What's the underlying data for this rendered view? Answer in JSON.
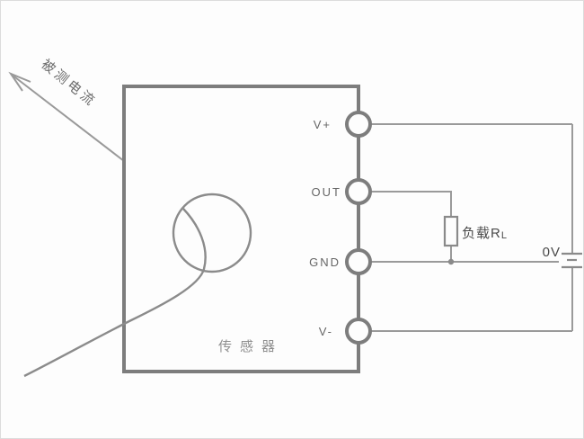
{
  "diagram": {
    "measured_current_label": "被测电流",
    "sensor_label": "传感器",
    "terminals": {
      "vplus": "V+",
      "out": "OUT",
      "gnd": "GND",
      "vminus": "V-"
    },
    "load_label": "负载R",
    "load_label_subscript": "L",
    "reference_label": "0V",
    "colors": {
      "box_stroke": "#7d7d7d",
      "wire": "#9a9a9a",
      "curve": "#8b8b8b",
      "label_text": "#666666",
      "dark_text": "#4a4a4a",
      "sensor_text": "#8f8f8f",
      "background": "#fdfdfd"
    }
  }
}
